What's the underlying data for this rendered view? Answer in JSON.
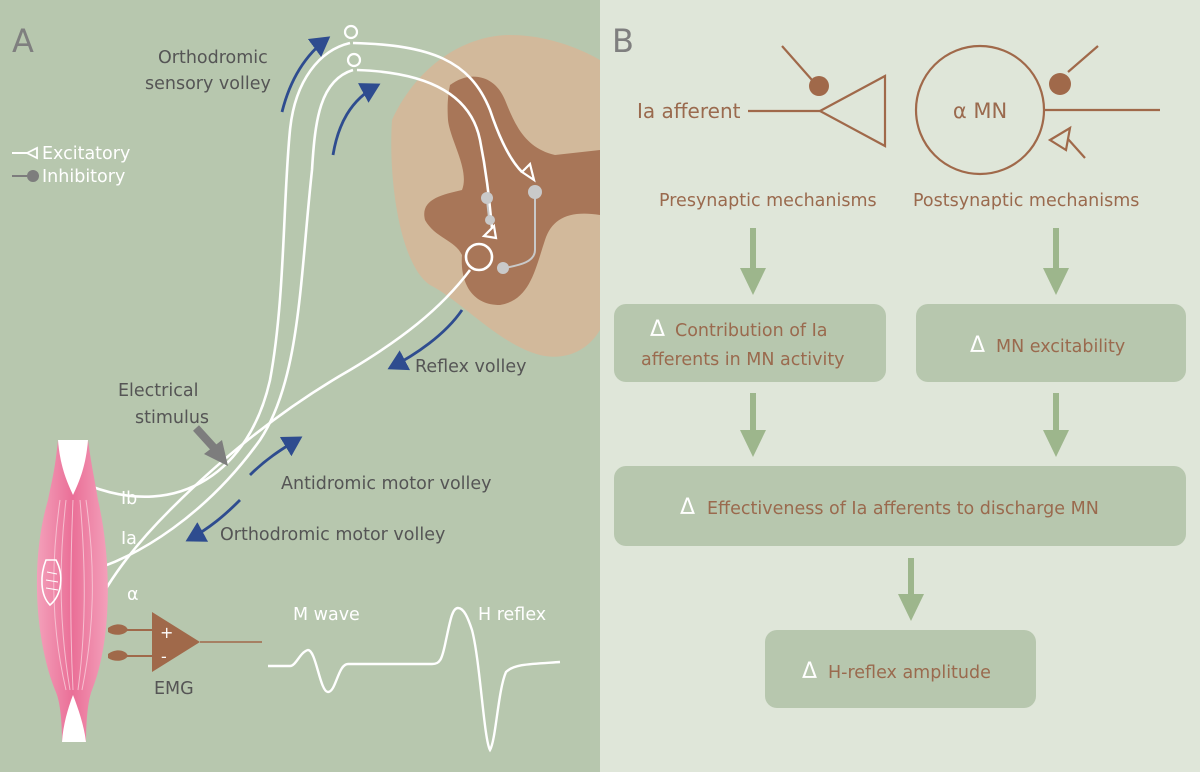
{
  "panel_a": {
    "letter": "A",
    "sensory_volley": [
      "Orthodromic",
      "sensory volley"
    ],
    "legend": {
      "excitatory": "Excitatory",
      "inhibitory": "Inhibitory"
    },
    "electrical_stimulus": [
      "Electrical",
      "stimulus"
    ],
    "reflex_volley": "Reflex volley",
    "antidromic_volley": "Antidromic motor volley",
    "orthodromic_motor_volley": "Orthodromic motor volley",
    "fiber_ib": "Ib",
    "fiber_ia": "Ia",
    "fiber_alpha": "α",
    "emg_plus": "+",
    "emg_minus": "-",
    "emg_label": "EMG",
    "m_wave": "M wave",
    "h_reflex": "H reflex"
  },
  "panel_b": {
    "letter": "B",
    "ia_afferent": "Ia afferent",
    "alpha_mn": "α MN",
    "presynaptic": "Presynaptic mechanisms",
    "postsynaptic": "Postsynaptic mechanisms",
    "delta": "Δ",
    "box_contribution": [
      "Contribution of Ia",
      "afferents in MN activity"
    ],
    "box_excitability": "MN excitability",
    "box_effectiveness": "Effectiveness of Ia afferents to discharge MN",
    "box_amplitude": "H-reflex amplitude"
  },
  "colors": {
    "panel_a_bg": "#b7c7ae",
    "panel_b_bg": "#dfe6d9",
    "box": "#b7c7ae",
    "brown": "#a0694a",
    "text_brown": "#9a6a4e",
    "blue": "#2e4c8f",
    "green_arrow": "#9db68c",
    "white": "#ffffff",
    "cord_light": "#d2b99b",
    "cord_dark": "#a87658",
    "muscle": "#f08aa8"
  }
}
